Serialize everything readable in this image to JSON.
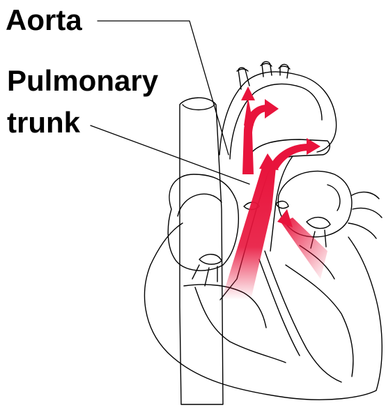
{
  "labels": {
    "aorta": "Aorta",
    "pulmonary_trunk_line1": "Pulmonary",
    "pulmonary_trunk_line2": "trunk"
  },
  "colors": {
    "outline": "#000000",
    "blood_flow": "#e8143c",
    "background": "#ffffff",
    "label_text": "#000000"
  }
}
